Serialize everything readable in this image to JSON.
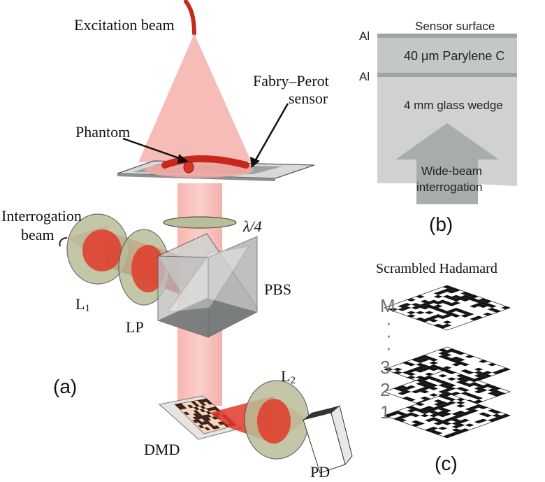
{
  "panel_a": {
    "tag": "(a)",
    "labels": {
      "excitation_beam": "Excitation beam",
      "fabry_perot_line1": "Fabry–Perot",
      "fabry_perot_line2": "sensor",
      "phantom": "Phantom",
      "interrogation_line1": "Interrogation",
      "interrogation_line2": "beam",
      "quarter_wave": "λ/4",
      "pbs": "PBS",
      "l1": "L",
      "l1_sub": "1",
      "lp": "LP",
      "l2": "L",
      "l2_sub": "2",
      "dmd": "DMD",
      "pd": "PD"
    }
  },
  "panel_b": {
    "tag": "(b)",
    "sensor_surface": "Sensor surface",
    "al_top": "Al",
    "al_bottom": "Al",
    "parylene": "40 μm Parylene C",
    "glass": "4 mm glass wedge",
    "arrow_line1": "Wide-beam",
    "arrow_line2": "interrogation"
  },
  "panel_c": {
    "tag": "(c)",
    "title": "Scrambled Hadamard",
    "index_labels": [
      "M",
      "3",
      "2",
      "1"
    ],
    "dots": "·"
  },
  "colors": {
    "beam_red": "#e23a2a",
    "beam_pink": "#f4b3ae",
    "lens_green": "#b9bd98",
    "sensor_gray": "#cfd2d1",
    "aluminum": "#9fa4a3"
  }
}
